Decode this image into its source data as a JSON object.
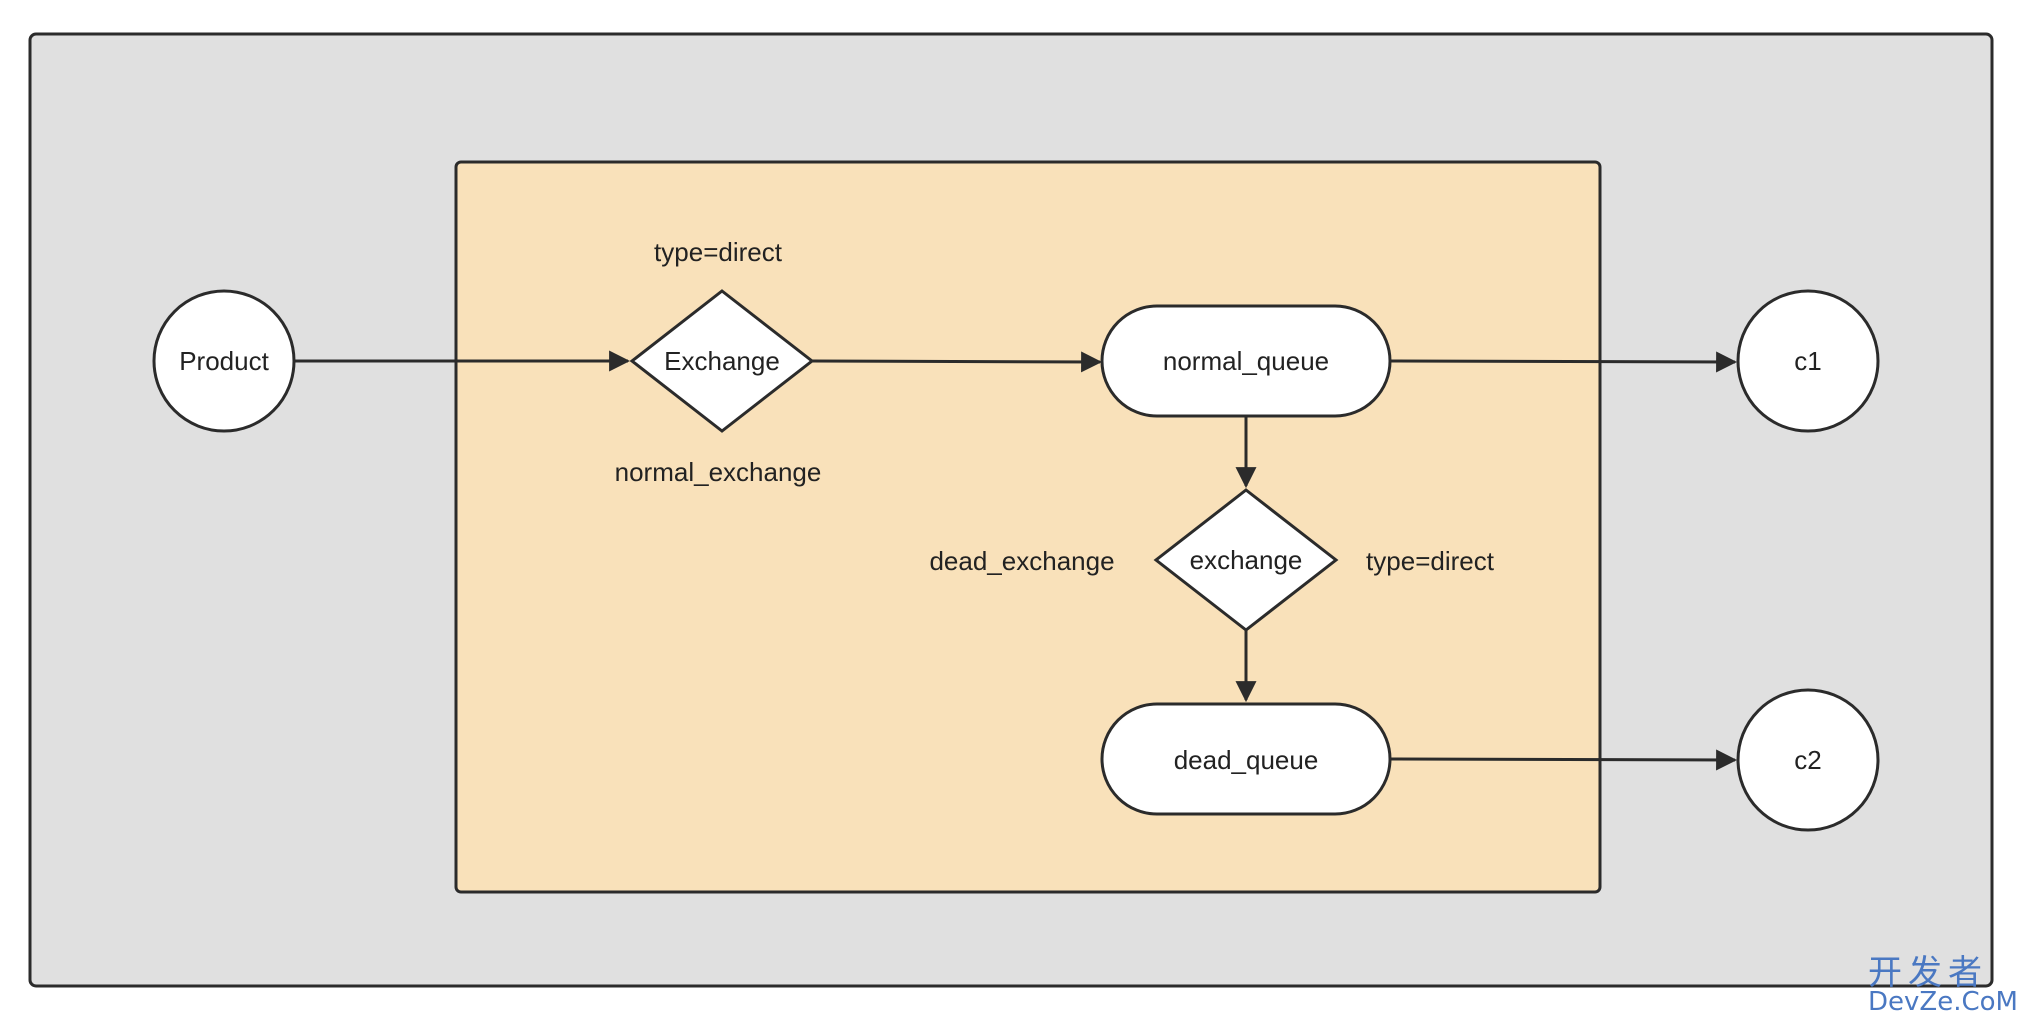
{
  "nodes": {
    "product": "Product",
    "exchange": "Exchange",
    "normal_queue": "normal_queue",
    "dead_exchange_node": "exchange",
    "dead_queue": "dead_queue",
    "c1": "c1",
    "c2": "c2"
  },
  "labels": {
    "exchange_type": "type=direct",
    "normal_exchange": "normal_exchange",
    "dead_exchange": "dead_exchange",
    "dead_exchange_type": "type=direct"
  },
  "watermark": {
    "line1": "开发者",
    "line2": "DevZe.CoM"
  },
  "colors": {
    "outer_bg": "#e0e0e0",
    "inner_bg": "#f9e1ba",
    "stroke": "#2b2b2b",
    "node_fill": "#ffffff",
    "watermark": "#4a78c2"
  }
}
